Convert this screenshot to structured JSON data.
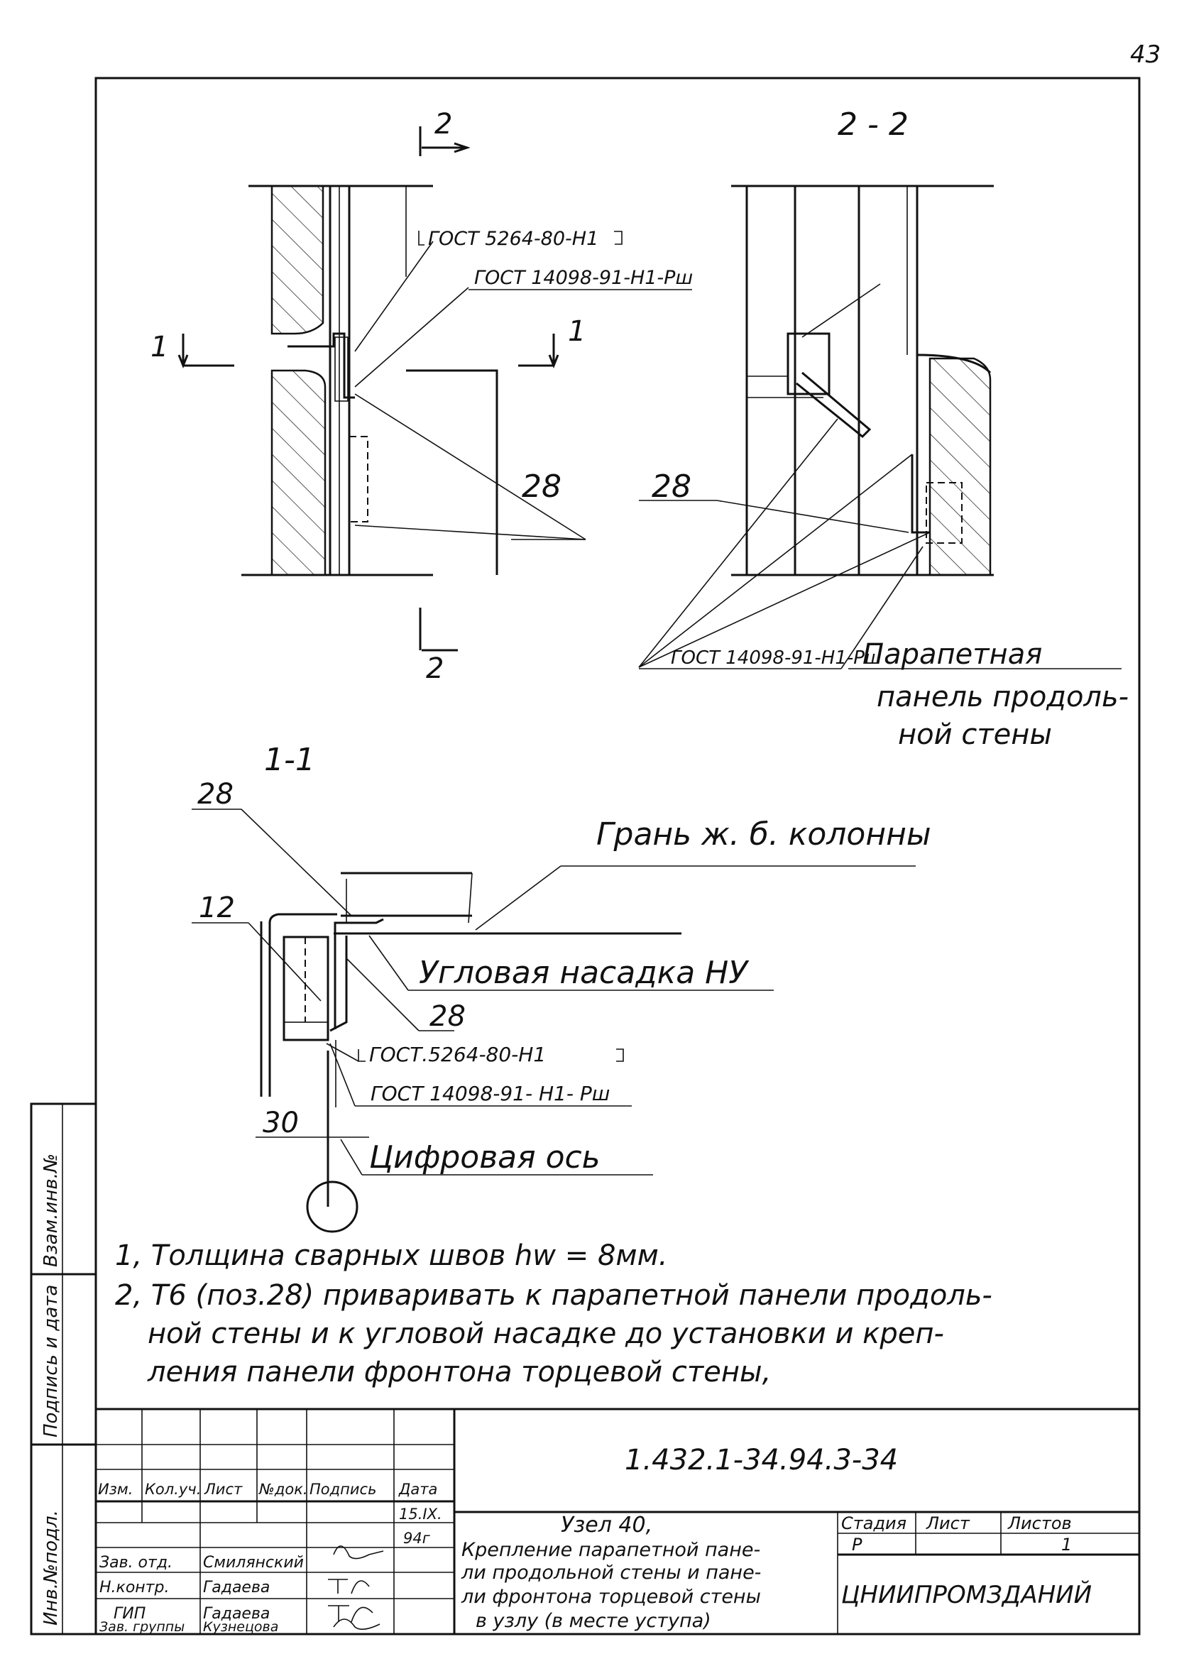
{
  "page_number": "43",
  "section_2_2": {
    "title": "2 - 2",
    "callout_28": "28",
    "gost_label": "ГОСТ 14098-91-Н1-Рш",
    "panel_label": [
      "Парапетная",
      "панель продоль-",
      "ной стены"
    ]
  },
  "section_elevation": {
    "cut_mark_top": "2",
    "cut_mark_bottom": "2",
    "cut_mark_left": "1",
    "cut_mark_right": "1",
    "gost_weld_1": "ГОСТ 5264-80-Н1",
    "gost_weld_2": "ГОСТ 14098-91-Н1-Рш",
    "callout_28": "28"
  },
  "section_1_1": {
    "title": "1-1",
    "callout_28_top": "28",
    "callout_12": "12",
    "callout_28_bottom": "28",
    "column_face_label": "Грань ж. б. колонны",
    "corner_nozzle_label": "Угловая насадка НУ",
    "gost_weld_1": "ГОСТ.5264-80-Н1",
    "gost_weld_2": "ГОСТ 14098-91- Н1- Рш",
    "dimension_30": "30",
    "axis_label": "Цифровая ось"
  },
  "notes": [
    "1, Толщина сварных швов hw = 8мм.",
    "2, Т6 (поз.28) приваривать к парапетной панели продоль-",
    "ной стены и к угловой насадке до установки и креп-",
    "ления панели фронтона торцевой стены,"
  ],
  "side_stamp": {
    "cell_1": "Взам.инв.№",
    "cell_2": "Подпись и дата",
    "cell_3": "Инв.№подл."
  },
  "title_block": {
    "doc_code": "1.432.1-34.94.3-34",
    "header_cols": [
      "Изм.",
      "Кол.уч.",
      "Лист",
      "№док.",
      "Подпись",
      "Дата"
    ],
    "date_value_1": "15.IX.",
    "date_value_2": "94г",
    "roles": [
      {
        "role": "Зав. отд.",
        "name": "Смилянский"
      },
      {
        "role": "Н.контр.",
        "name": "Гадаева"
      },
      {
        "role": "ГИП",
        "name": "Гадаева"
      },
      {
        "role": "Зав. группы",
        "name": "Кузнецова"
      }
    ],
    "description": [
      "Узел 40,",
      "Крепление парапетной пане-",
      "ли продольной стены и пане-",
      "ли фронтона торцевой стены",
      "в узлу (в месте уступа)"
    ],
    "stage_label": "Стадия",
    "sheet_label": "Лист",
    "sheets_label": "Листов",
    "stage_value": "Р",
    "sheets_value": "1",
    "organization": "ЦНИИПРОМЗДАНИЙ"
  }
}
